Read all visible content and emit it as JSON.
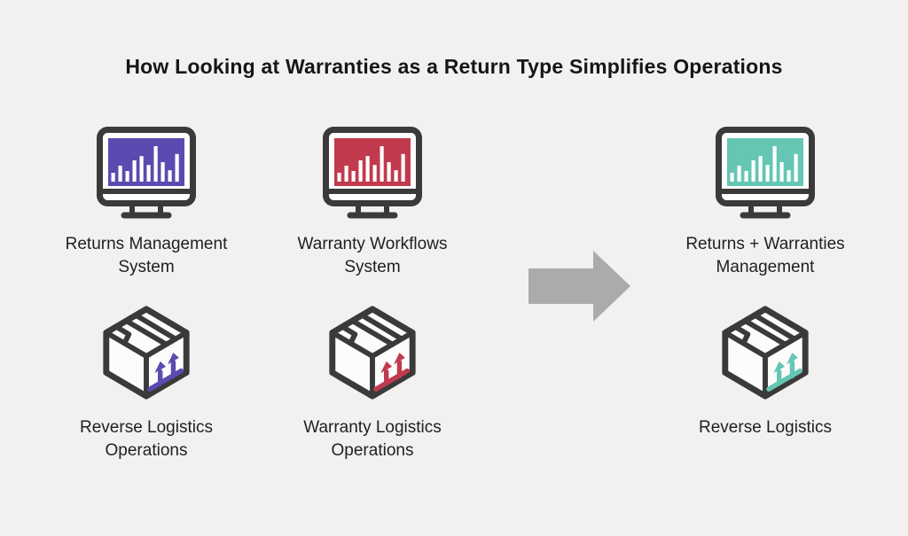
{
  "background_color": "#f2f1f0",
  "title": {
    "text": "How Looking at Warranties as a Return Type Simplifies Operations",
    "color": "#161616"
  },
  "transform_arrow": {
    "icon": "arrow-right-icon",
    "color": "#ababab"
  },
  "icon_palette": {
    "outline": "#3a3a3a",
    "bar_color": "#ffffff"
  },
  "monitor_chart_bars": [
    0.25,
    0.45,
    0.3,
    0.6,
    0.72,
    0.47,
    1.0,
    0.55,
    0.32,
    0.78
  ],
  "cards": [
    {
      "icon": "monitor-bar-chart-icon",
      "accent": "#5a4bb0",
      "group": "before",
      "label_lines": [
        "Returns Management",
        "System"
      ]
    },
    {
      "icon": "monitor-bar-chart-icon",
      "accent": "#c23a4d",
      "group": "before",
      "label_lines": [
        "Warranty Workflows",
        "System"
      ]
    },
    {
      "icon": "monitor-bar-chart-icon",
      "accent": "#64c6b3",
      "group": "after",
      "label_lines": [
        "Returns + Warranties",
        "Management"
      ]
    },
    {
      "icon": "package-box-arrows-up-icon",
      "accent": "#5a4bb0",
      "group": "before",
      "label_lines": [
        "Reverse Logistics",
        "Operations"
      ]
    },
    {
      "icon": "package-box-arrows-up-icon",
      "accent": "#c23a4d",
      "group": "before",
      "label_lines": [
        "Warranty Logistics",
        "Operations"
      ]
    },
    {
      "icon": "package-box-arrows-up-icon",
      "accent": "#64c6b3",
      "group": "after",
      "label_lines": [
        "Reverse Logistics"
      ]
    }
  ]
}
